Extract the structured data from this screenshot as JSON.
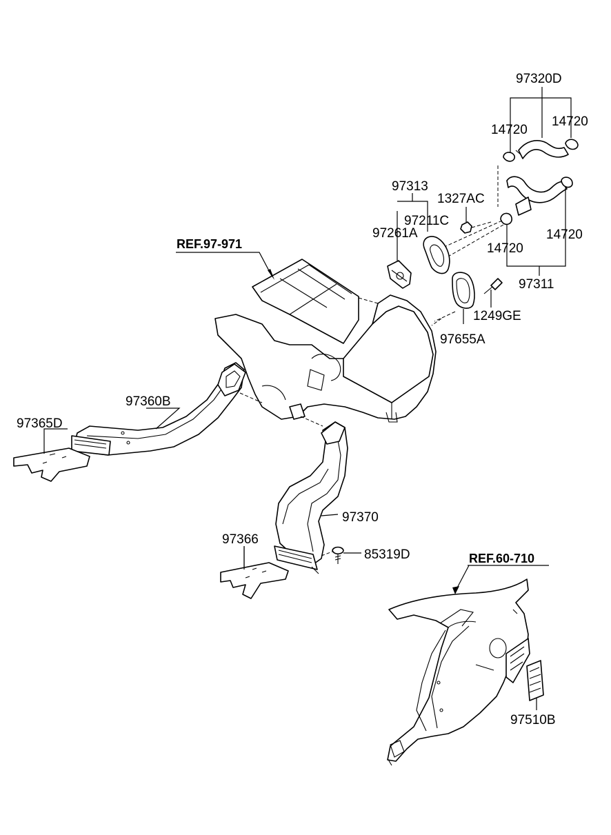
{
  "labels": {
    "p97320D": "97320D",
    "p14720_a": "14720",
    "p14720_b": "14720",
    "p14720_c": "14720",
    "p14720_d": "14720",
    "p97311": "97311",
    "p97313": "97313",
    "p1327AC": "1327AC",
    "p97211C": "97211C",
    "p97261A": "97261A",
    "p1249GE": "1249GE",
    "p97655A": "97655A",
    "p97360B": "97360B",
    "p97365D": "97365D",
    "p97370": "97370",
    "p97366": "97366",
    "p85319D": "85319D",
    "p97510B": "97510B"
  },
  "refs": {
    "ref_heater": "REF.97-971",
    "ref_quarter": "REF.60-710"
  }
}
